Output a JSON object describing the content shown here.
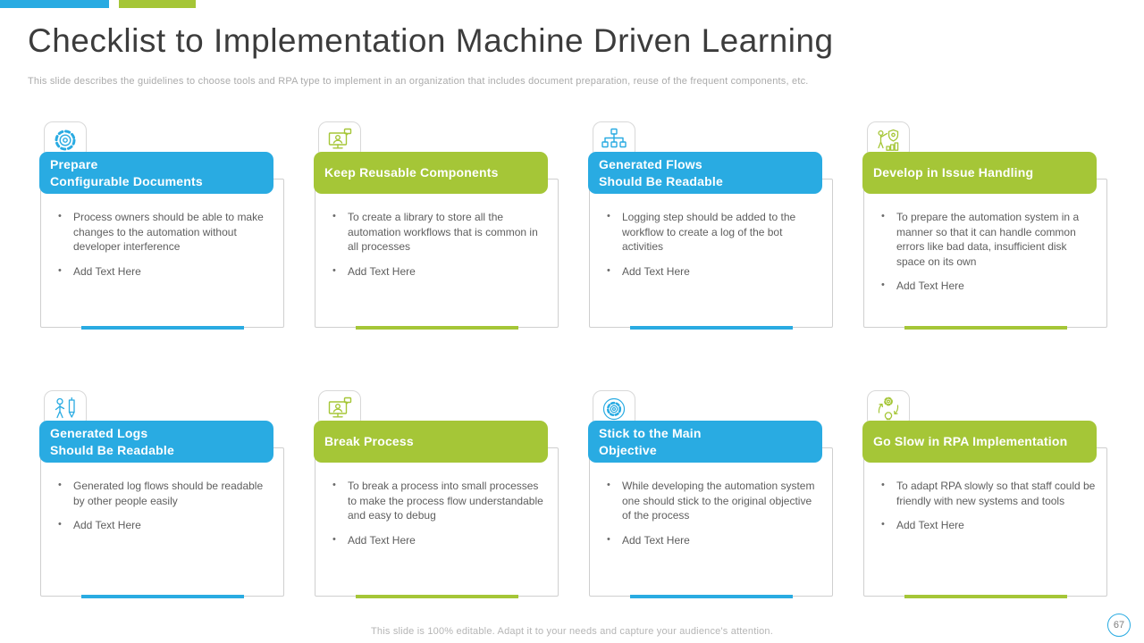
{
  "slide": {
    "title": "Checklist to Implementation Machine Driven Learning",
    "subtitle": "This slide describes the guidelines to choose tools and RPA type to implement in an organization that includes document preparation, reuse of the frequent components, etc.",
    "footer": "This slide is 100% editable. Adapt it to your needs and capture your audience's attention.",
    "page_number": "67"
  },
  "colors": {
    "blue": "#29ABE2",
    "green": "#A5C637",
    "title_text": "#3C3C3C",
    "body_text": "#5E5E5E",
    "muted_text": "#ABABAB"
  },
  "cards": [
    {
      "title": "Prepare\nConfigurable Documents",
      "accent": "blue",
      "icon": "gear-icon",
      "bullets": [
        "Process owners should be able to make changes to the automation without developer interference",
        "Add Text Here"
      ]
    },
    {
      "title": "Keep Reusable Components",
      "accent": "green",
      "icon": "monitor-person-icon",
      "bullets": [
        "To create a library to store all the automation workflows that is common in all processes",
        "Add Text Here"
      ]
    },
    {
      "title": "Generated Flows\nShould Be Readable",
      "accent": "blue",
      "icon": "flow-tree-icon",
      "bullets": [
        "Logging step should be added to the workflow to create a log of the bot activities",
        "Add Text Here"
      ]
    },
    {
      "title": "Develop in Issue Handling",
      "accent": "green",
      "icon": "presenter-shield-icon",
      "bullets": [
        "To prepare the automation system in a manner so that it can handle common errors like bad data, insufficient disk space on its own",
        "Add Text Here"
      ]
    },
    {
      "title": "Generated Logs\nShould Be Readable",
      "accent": "blue",
      "icon": "person-pencil-icon",
      "bullets": [
        "Generated log flows should be readable by other people easily",
        "Add Text Here"
      ]
    },
    {
      "title": "Break Process",
      "accent": "green",
      "icon": "monitor-person-icon",
      "bullets": [
        "To break a process into small processes to make the process flow understandable and easy to debug",
        "Add Text Here"
      ]
    },
    {
      "title": "Stick to the Main\nObjective",
      "accent": "blue",
      "icon": "gear-circle-icon",
      "bullets": [
        "While developing the automation system one should stick to the original objective of the process",
        "Add Text Here"
      ]
    },
    {
      "title": "Go Slow in RPA Implementation",
      "accent": "green",
      "icon": "process-cycle-icon",
      "bullets": [
        "To adapt RPA slowly so that staff could be friendly with new systems and tools",
        "Add Text Here"
      ]
    }
  ]
}
